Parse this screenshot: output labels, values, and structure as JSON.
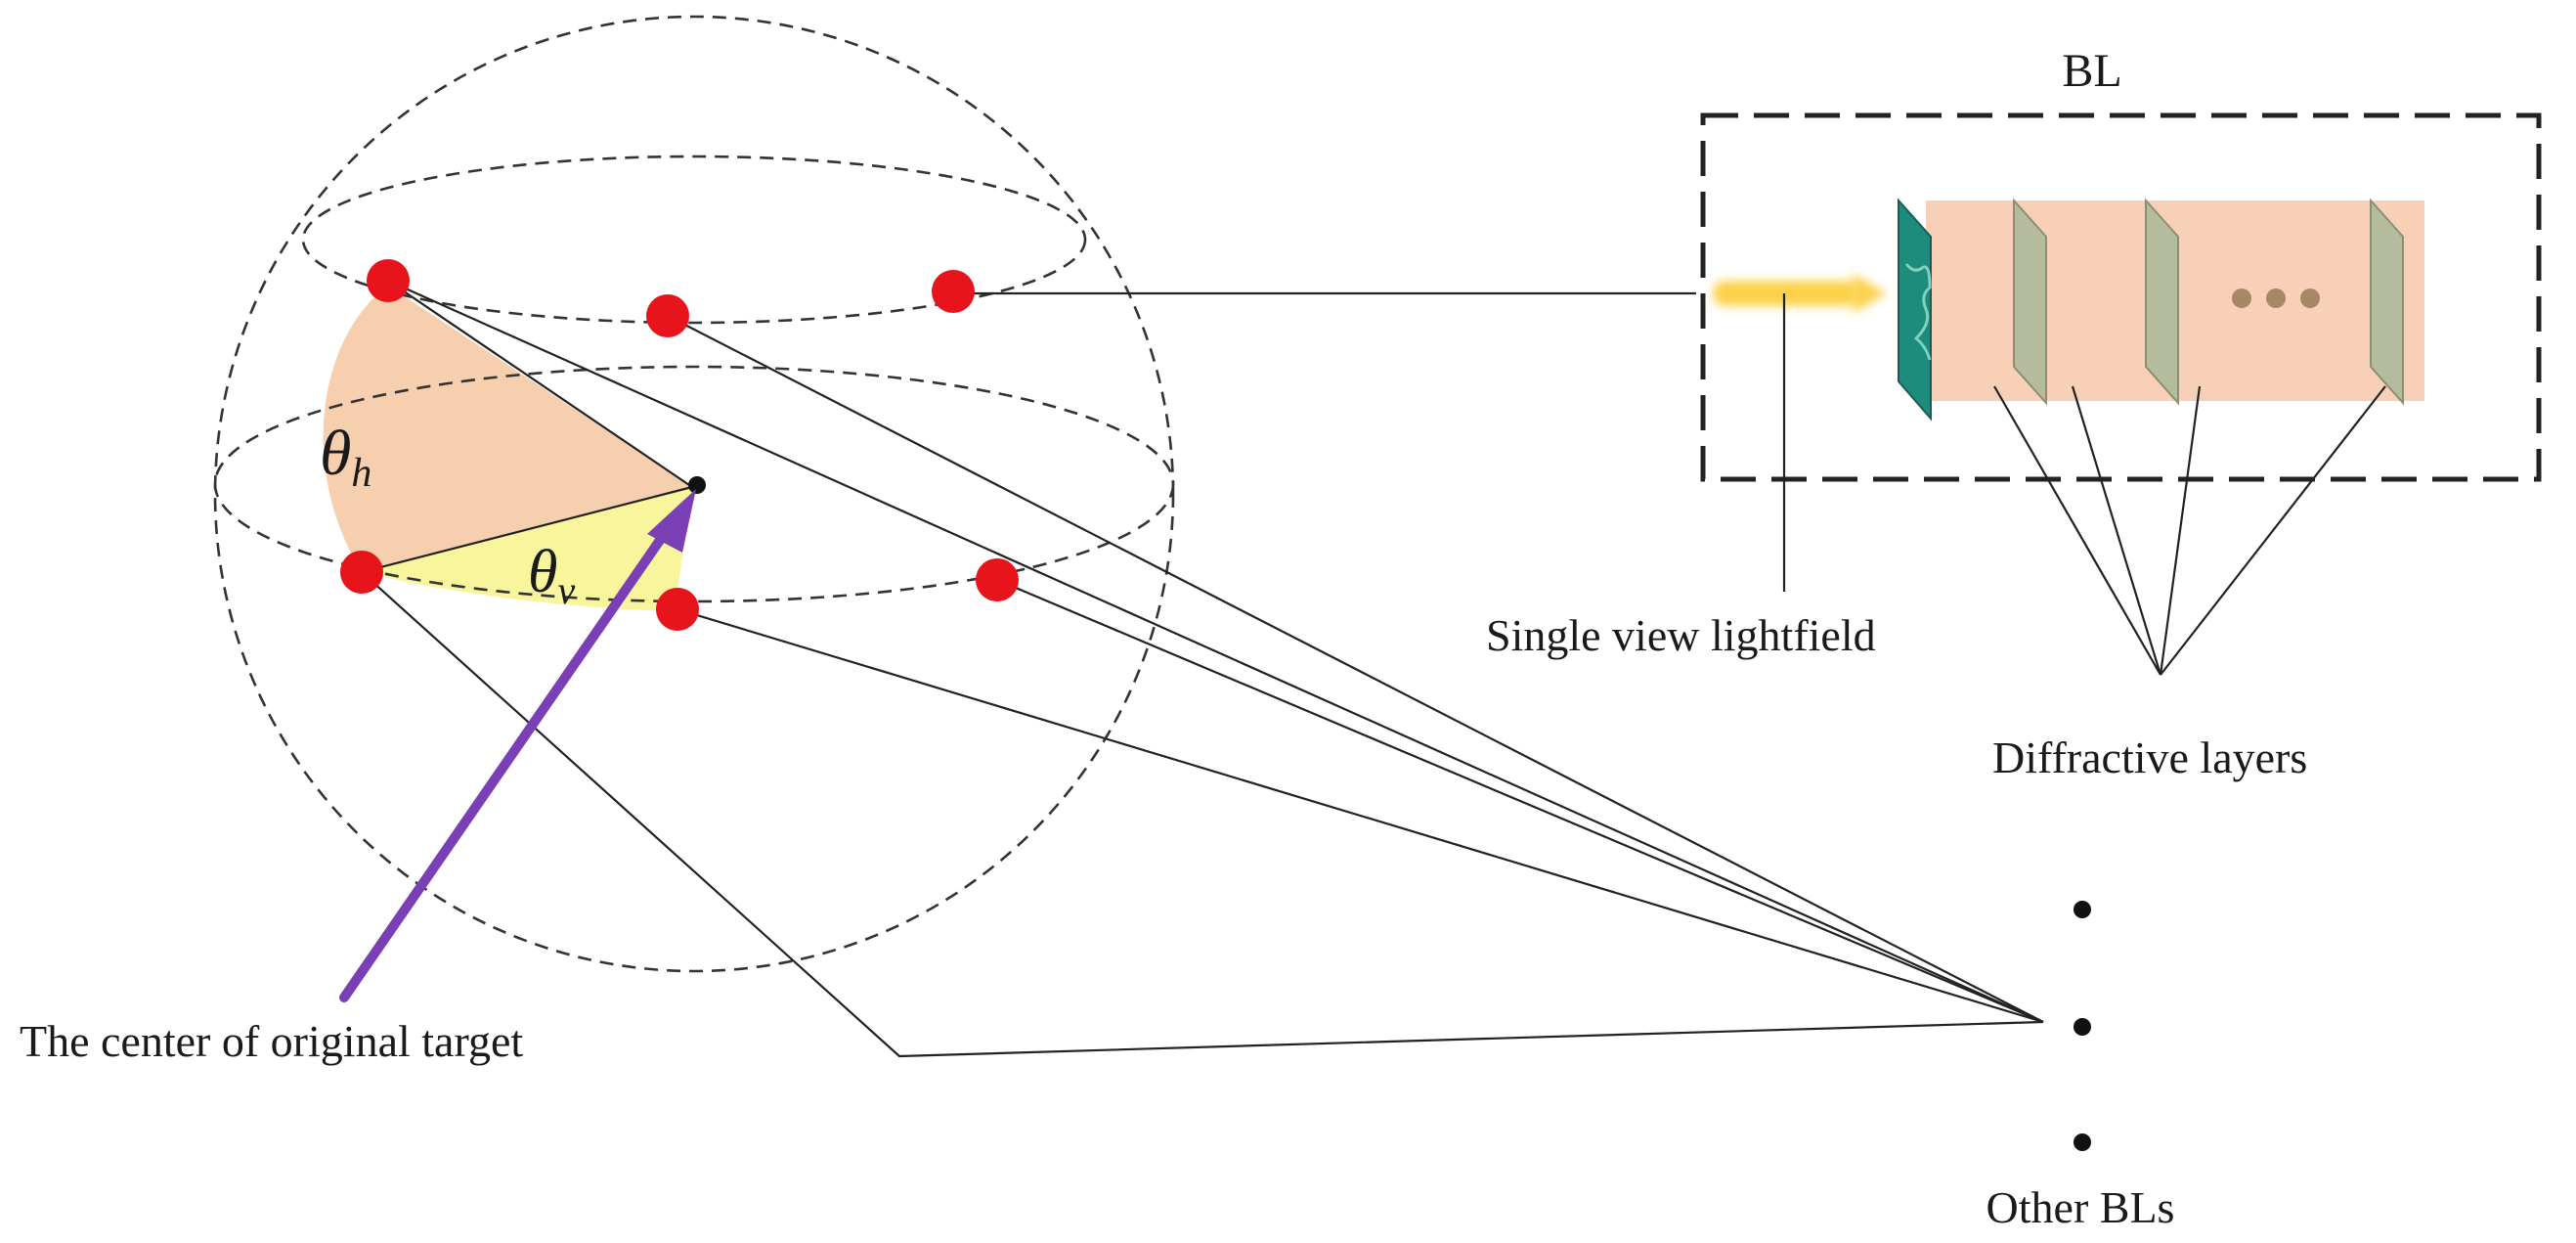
{
  "labels": {
    "bl_title": "BL",
    "theta_h_symbol": "θ",
    "theta_h_subscript": "h",
    "theta_v_symbol": "θ",
    "theta_v_subscript": "v",
    "single_view_lightfield": "Single view lightfield",
    "diffractive_layers": "Diffractive layers",
    "center_of_target": "The center of original target",
    "other_bls": "Other BLs"
  },
  "colors": {
    "sample_point": "#e8141c",
    "horizontal_sector": "#f6cfae",
    "vertical_sector": "#f8f59c",
    "center_arrow": "#7b3fb5",
    "light_beam": "#fcd14a",
    "bl_propagation_region": "#f8d0b8",
    "input_layer": "#1d8c7c",
    "diffractive_layer": "#b5bc9d",
    "layer_ellipsis_dots": "#a88767"
  },
  "icons": [
    "light-beam-arrow-icon",
    "input-layer-icon",
    "diffractive-layer-icon",
    "ellipsis-icon"
  ]
}
